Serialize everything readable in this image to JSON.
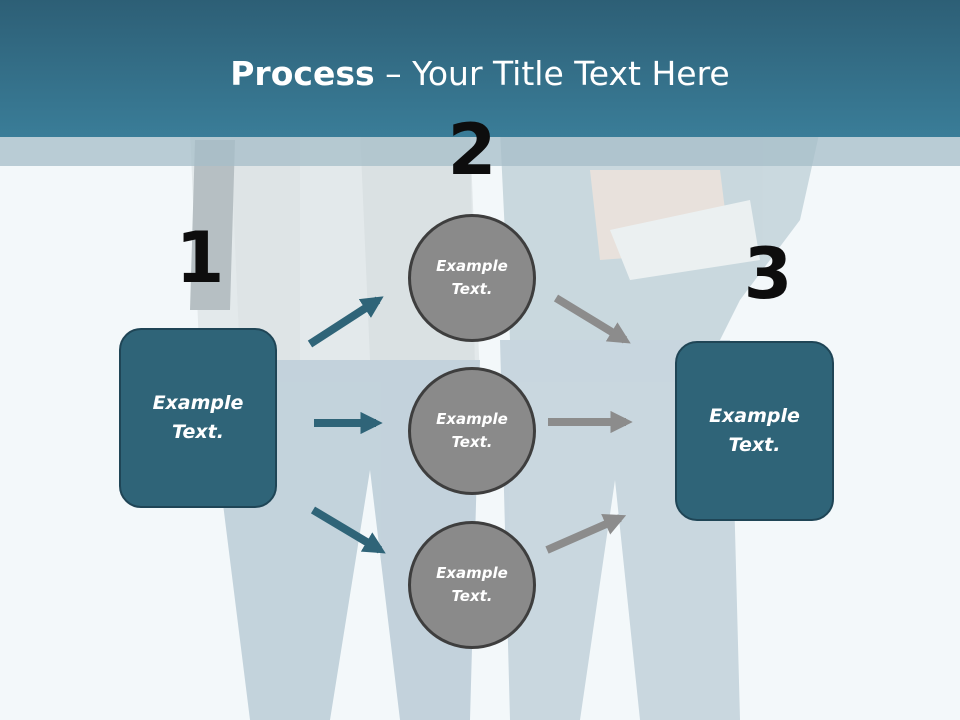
{
  "title": {
    "bold": "Process",
    "rest": " – Your Title Text Here"
  },
  "steps": [
    {
      "number": "1",
      "label": "Example Text."
    },
    {
      "number": "2",
      "items": [
        "Example Text.",
        "Example Text.",
        "Example Text."
      ]
    },
    {
      "number": "3",
      "label": "Example Text."
    }
  ],
  "colors": {
    "header": "#3a7d98",
    "box": "#2f6478",
    "circle": "#8a8a8a",
    "arrow_left": "#2f6478",
    "arrow_right": "#8c8c8c"
  }
}
